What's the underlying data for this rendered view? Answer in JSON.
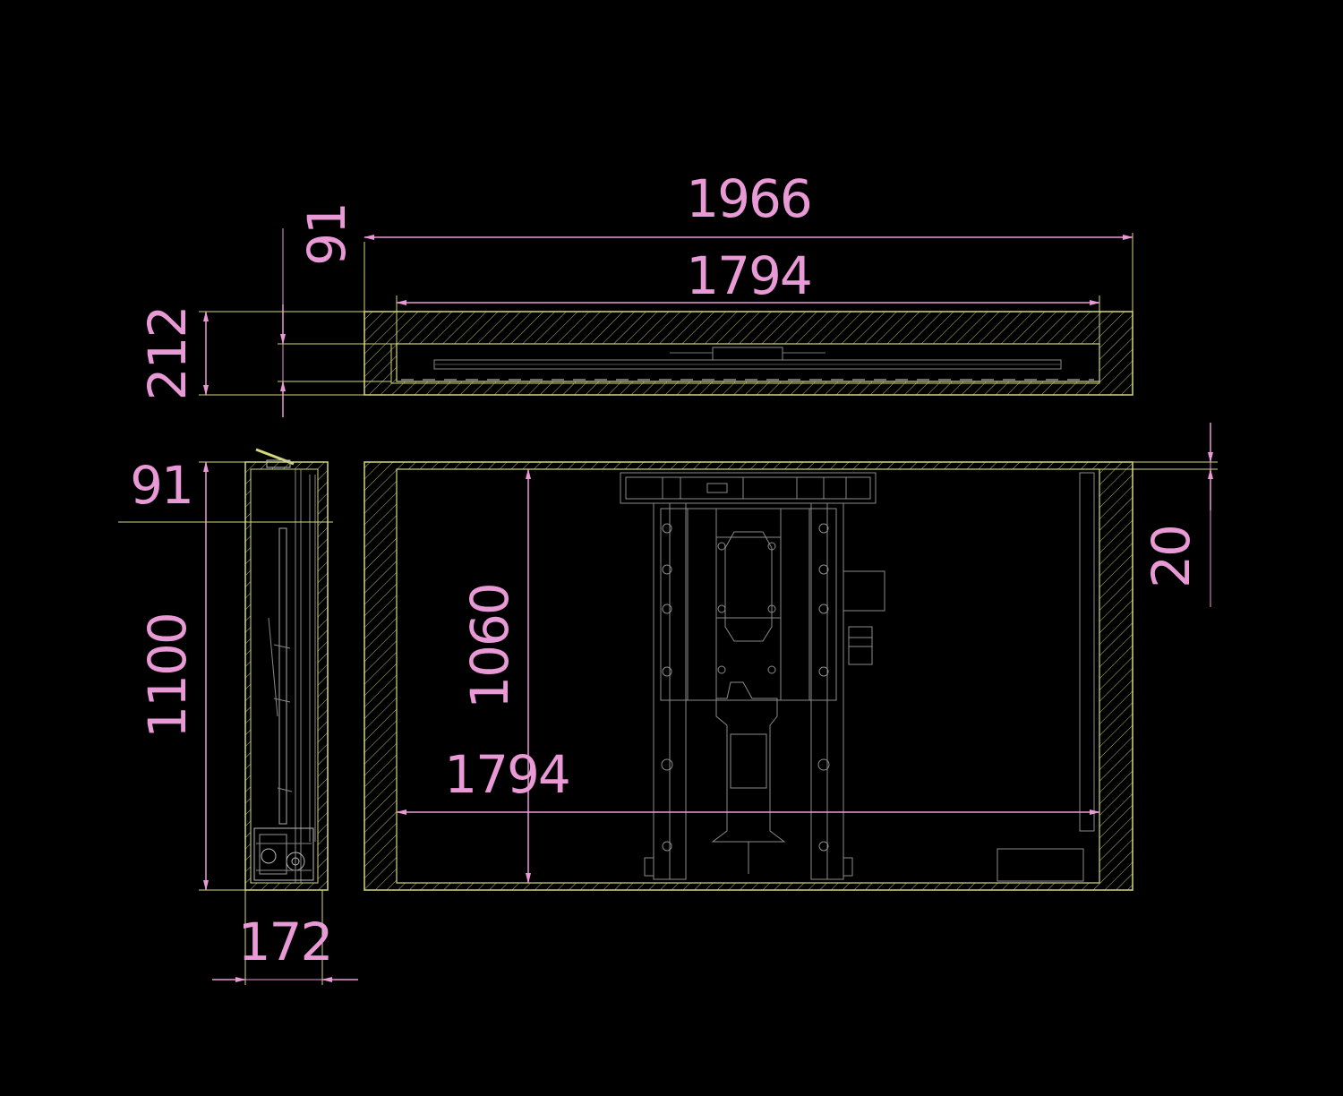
{
  "colors": {
    "background": "#000000",
    "dimension": "#e99ad6",
    "outline": "#d4d87a",
    "detail": "#8a8a8a"
  },
  "dimensions": {
    "top_overall_width": "1966",
    "top_inner_width": "1794",
    "top_depth": "212",
    "top_offset": "91",
    "side_offset": "91",
    "side_height": "1100",
    "side_depth": "172",
    "front_inner_height": "1060",
    "front_inner_width": "1794",
    "front_wall": "20"
  }
}
